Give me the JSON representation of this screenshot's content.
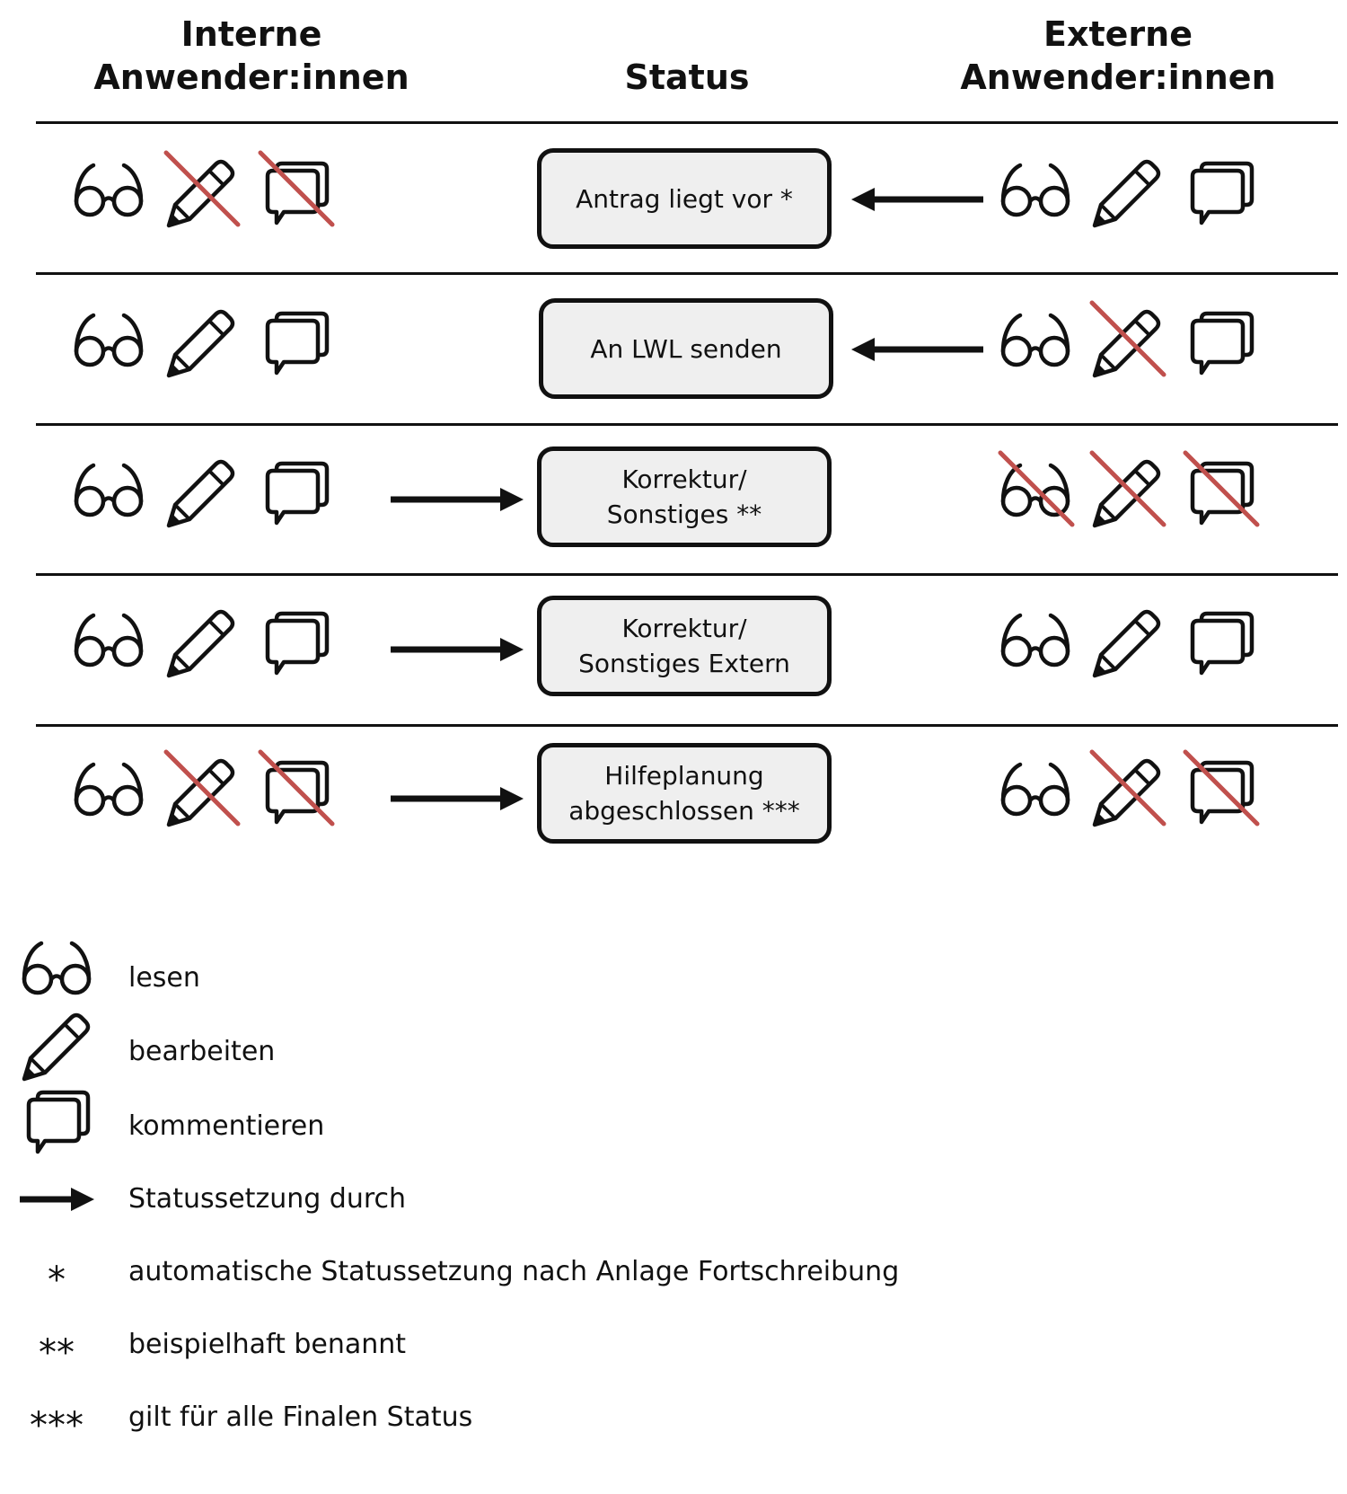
{
  "headers": {
    "internal_line1": "Interne",
    "internal_line2": "Anwender:innen",
    "status": "Status",
    "external_line1": "Externe",
    "external_line2": "Anwender:innen"
  },
  "rows": [
    {
      "status_lines": [
        "Antrag liegt vor *"
      ],
      "set_by": "extern",
      "internal": {
        "lesen": true,
        "bearbeiten": false,
        "kommentieren": false
      },
      "external": {
        "lesen": true,
        "bearbeiten": true,
        "kommentieren": true
      }
    },
    {
      "status_lines": [
        "An LWL senden"
      ],
      "set_by": "extern",
      "internal": {
        "lesen": true,
        "bearbeiten": true,
        "kommentieren": true
      },
      "external": {
        "lesen": true,
        "bearbeiten": false,
        "kommentieren": true
      }
    },
    {
      "status_lines": [
        "Korrektur/",
        "Sonstiges **"
      ],
      "set_by": "intern",
      "internal": {
        "lesen": true,
        "bearbeiten": true,
        "kommentieren": true
      },
      "external": {
        "lesen": false,
        "bearbeiten": false,
        "kommentieren": false
      }
    },
    {
      "status_lines": [
        "Korrektur/",
        "Sonstiges Extern"
      ],
      "set_by": "intern",
      "internal": {
        "lesen": true,
        "bearbeiten": true,
        "kommentieren": true
      },
      "external": {
        "lesen": true,
        "bearbeiten": true,
        "kommentieren": true
      }
    },
    {
      "status_lines": [
        "Hilfeplanung",
        "abgeschlossen ***"
      ],
      "set_by": "intern",
      "internal": {
        "lesen": true,
        "bearbeiten": false,
        "kommentieren": false
      },
      "external": {
        "lesen": true,
        "bearbeiten": false,
        "kommentieren": false
      }
    }
  ],
  "legend": {
    "lesen": "lesen",
    "bearbeiten": "bearbeiten",
    "kommentieren": "kommentieren",
    "arrow": "Statussetzung durch",
    "star1_mark": "*",
    "star1_text": "automatische Statussetzung nach Anlage Fortschreibung",
    "star2_mark": "**",
    "star2_text": "beispielhaft benannt",
    "star3_mark": "***",
    "star3_text": "gilt für alle Finalen Status"
  },
  "colors": {
    "line": "#111111",
    "box_fill": "#efefef",
    "strike": "#c0504d"
  },
  "icons": {
    "read": "glasses-icon",
    "edit": "pencil-icon",
    "comment": "speech-bubbles-icon",
    "arrow": "arrow-icon"
  }
}
